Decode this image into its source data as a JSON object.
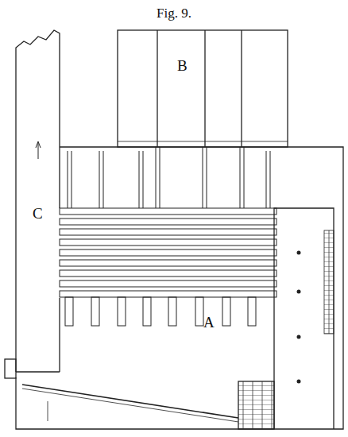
{
  "diagram": {
    "title": "Fig. 9.",
    "labels": [
      "B",
      "C",
      "A"
    ]
  }
}
